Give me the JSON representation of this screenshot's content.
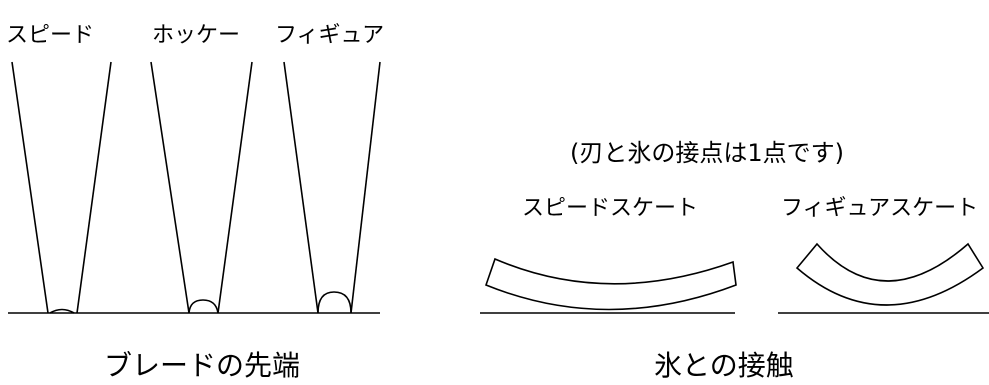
{
  "blade_tips": {
    "labels": {
      "speed": "スピード",
      "hockey": "ホッケー",
      "figure": "フィギュア"
    },
    "caption": "ブレードの先端"
  },
  "ice_contact": {
    "note": "(刃と氷の接点は1点です)",
    "labels": {
      "speed_skate": "スピードスケート",
      "figure_skate": "フィギュアスケート"
    },
    "caption": "氷との接触"
  }
}
